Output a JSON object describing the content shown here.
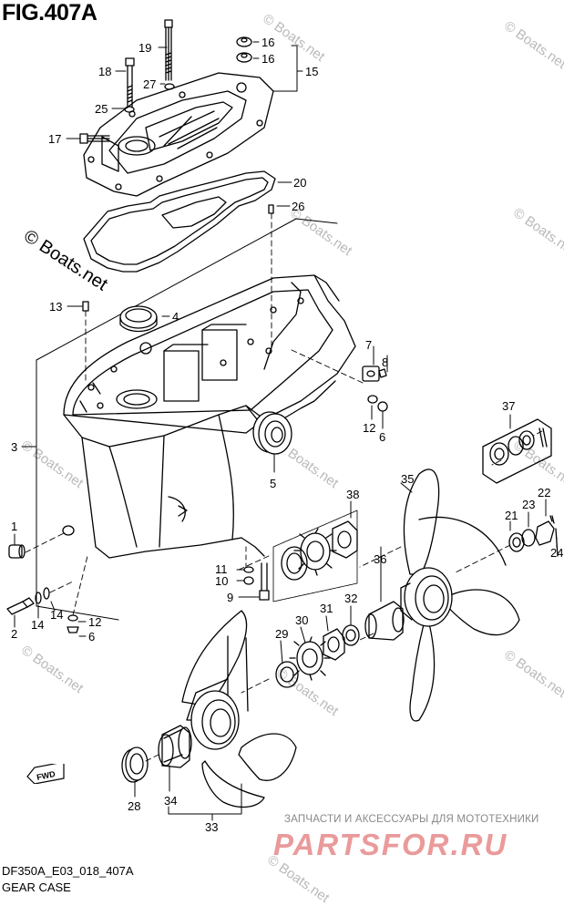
{
  "figure": {
    "title": "FIG.407A",
    "footer_code": "DF350A_E03_018_407A",
    "footer_name": "GEAR CASE"
  },
  "watermarks": {
    "copyright_main": "© Boats.net",
    "repeat": "© Boats.net",
    "shop_tagline": "ЗАПЧАСТИ И АКСЕССУАРЫ ДЛЯ МОТОТЕХНИКИ",
    "shop_logo": "PARTSFOR.RU"
  },
  "direction_tag": "FWD",
  "callouts": [
    "1",
    "2",
    "3",
    "4",
    "5",
    "6",
    "6",
    "7",
    "8",
    "9",
    "10",
    "11",
    "12",
    "12",
    "13",
    "14",
    "14",
    "15",
    "16",
    "16",
    "17",
    "18",
    "19",
    "20",
    "21",
    "22",
    "23",
    "24",
    "25",
    "26",
    "27",
    "28",
    "29",
    "30",
    "31",
    "32",
    "33",
    "34",
    "35",
    "36",
    "37",
    "38"
  ]
}
